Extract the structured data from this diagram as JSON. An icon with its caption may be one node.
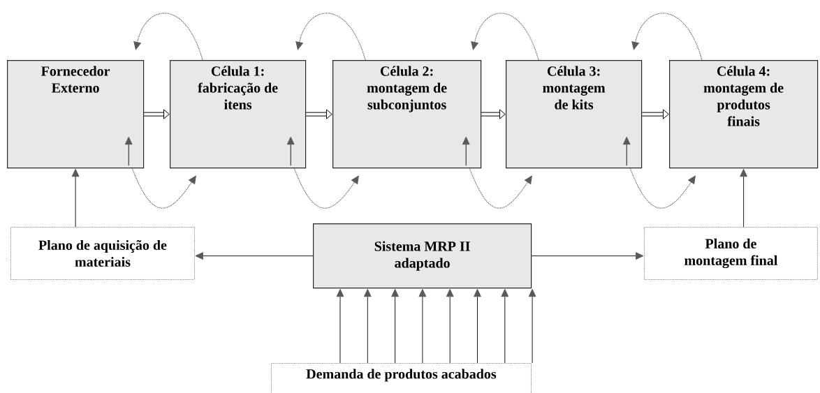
{
  "diagram": {
    "nodes": [
      {
        "text": [
          "Fornecedor Externo"
        ]
      },
      {
        "text": [
          "Célula 1: fabricação de itens"
        ]
      },
      {
        "text": [
          "Célula 2: montagem de subconjuntos"
        ]
      },
      {
        "text": [
          "Célula 3: montagem de kits"
        ]
      },
      {
        "text": [
          "Célula 4: montagem de produtos finais"
        ]
      },
      {
        "text": [
          "Plano de aquisição de materiais"
        ]
      },
      {
        "text": [
          "Sistema MRP II adaptado"
        ]
      },
      {
        "text": [
          "Plano de montagem final"
        ]
      },
      {
        "text": [
          "Demanda de produtos acabados"
        ]
      }
    ],
    "edges": [
      {
        "from": 0,
        "to": 1,
        "arrow": "to",
        "style": "thick"
      },
      {
        "from": 1,
        "to": 2,
        "arrow": "to",
        "style": "thick"
      },
      {
        "from": 2,
        "to": 3,
        "arrow": "to",
        "style": "thick"
      },
      {
        "from": 3,
        "to": 4,
        "arrow": "to",
        "style": "thick"
      },
      {
        "from": 1,
        "to": 0,
        "arrow": "to",
        "style": "dashed"
      },
      {
        "from": 2,
        "to": 1,
        "arrow": "to",
        "style": "dashed"
      },
      {
        "from": 3,
        "to": 2,
        "arrow": "to",
        "style": "dashed"
      },
      {
        "from": 4,
        "to": 3,
        "arrow": "to",
        "style": "dashed"
      },
      {
        "from": 0,
        "to": 1,
        "arrow": "to",
        "style": "dashed"
      },
      {
        "from": 1,
        "to": 2,
        "arrow": "to",
        "style": "dashed"
      },
      {
        "from": 2,
        "to": 3,
        "arrow": "to",
        "style": "dashed"
      },
      {
        "from": 3,
        "to": 4,
        "arrow": "to",
        "style": "dashed"
      },
      {
        "from": 5,
        "to": 0,
        "arrow": "to"
      },
      {
        "from": 6,
        "to": 5,
        "arrow": "to"
      },
      {
        "from": 6,
        "to": 7,
        "arrow": "to"
      },
      {
        "from": 7,
        "to": 4,
        "arrow": "to"
      },
      {
        "from": 8,
        "to": 6,
        "arrow": "to"
      },
      {
        "from": 8,
        "to": 6,
        "arrow": "to"
      },
      {
        "from": 8,
        "to": 6,
        "arrow": "to"
      },
      {
        "from": 8,
        "to": 6,
        "arrow": "to"
      },
      {
        "from": 8,
        "to": 6,
        "arrow": "to"
      },
      {
        "from": 8,
        "to": 6,
        "arrow": "to"
      },
      {
        "from": 8,
        "to": 6,
        "arrow": "to"
      },
      {
        "from": 8,
        "to": 6,
        "arrow": "to"
      }
    ]
  }
}
